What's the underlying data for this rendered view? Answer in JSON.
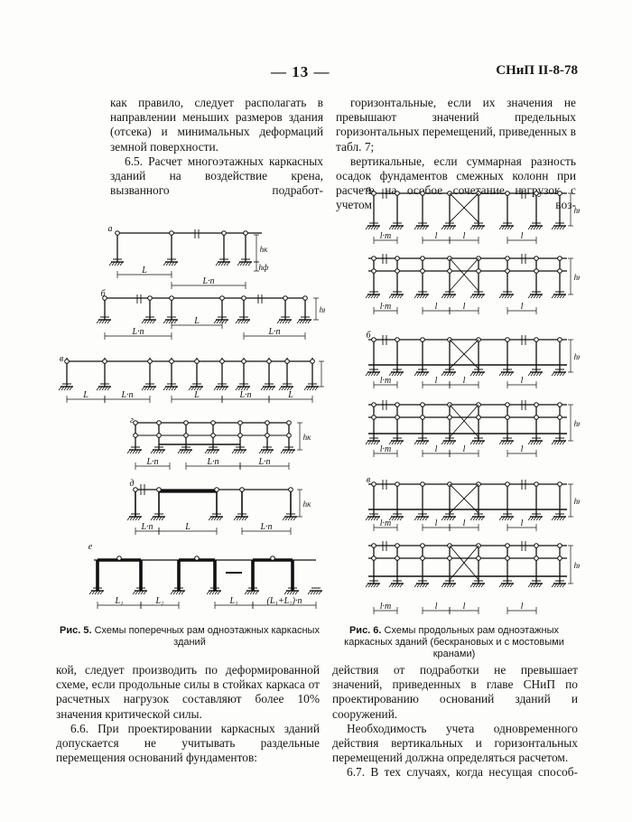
{
  "header": {
    "page_number": "— 13 —",
    "doc_code": "СНиП II-8-78"
  },
  "col_left_top": [
    "как правило, следует располагать в направлении меньших размеров здания (отсека) и минимальных деформаций земной поверхности.",
    "6.5. Расчет многоэтажных каркасных зданий на воздействие крена, вызванного подработ-"
  ],
  "col_right_top": [
    "горизонтальные, если их значения не превышают значений предельных горизонтальных перемещений, приведенных в табл. 7;",
    "вертикальные, если суммарная разность осадок фундаментов смежных колонн при расчете на особое сочетание нагрузок с учетом воз-"
  ],
  "figure5": {
    "caption_label": "Рис. 5.",
    "caption_text": "Схемы поперечных рам одноэтажных каркасных зданий",
    "schemes": [
      "а",
      "б",
      "в",
      "г",
      "д",
      "е"
    ],
    "labels": {
      "L": "L",
      "Ln": "L·n",
      "hk": "hк",
      "hf": "hф",
      "L1": "L₁",
      "L2": "L₂",
      "L12n": "(L₁+L₂)·n"
    }
  },
  "figure6": {
    "caption_label": "Рис. 6.",
    "caption_text": "Схемы продольных рам одноэтажных каркасных зданий (бескрановых и с мостовыми кранами)",
    "schemes": [
      "а",
      "б",
      "в"
    ],
    "labels": {
      "l": "l",
      "lm": "l·m",
      "hk": "hк",
      "hf": "hф"
    }
  },
  "col_left_bottom": [
    "кой, следует производить по деформированной схеме, если продольные силы в стойках каркаса от расчетных нагрузок составляют более 10% значения критической силы.",
    "6.6. При проектировании каркасных зданий допускается не учитывать раздельные перемещения оснований фундаментов:"
  ],
  "col_right_bottom": [
    "действия от подработки не превышает значений, приведенных в главе СНиП по проектированию оснований зданий и сооружений.",
    "Необходимость учета одновременного действия вертикальных и горизонтальных перемещений должна определяться расчетом.",
    "6.7. В тех случаях, когда несущая способ-"
  ]
}
